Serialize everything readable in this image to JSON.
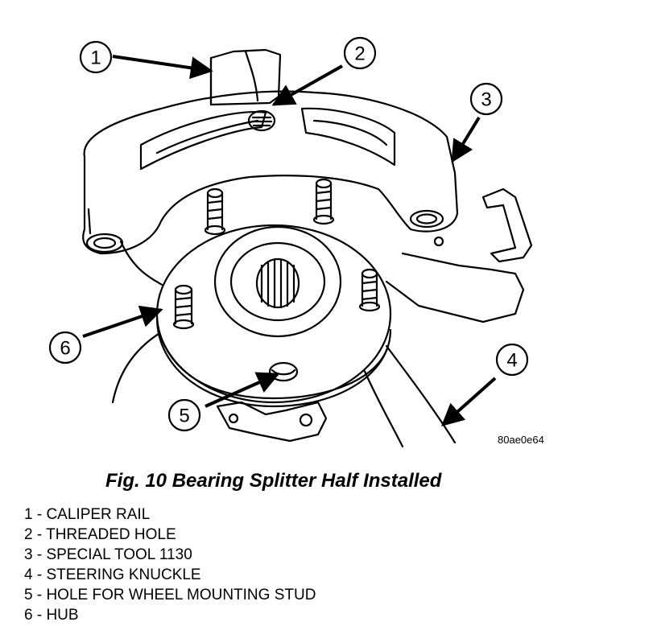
{
  "figure": {
    "drawing_code": "80ae0e64",
    "callouts": [
      "1",
      "2",
      "3",
      "4",
      "5",
      "6"
    ],
    "caption": "Fig. 10 Bearing Splitter Half Installed"
  },
  "legend": [
    "1 - CALIPER RAIL",
    "2 - THREADED HOLE",
    "3 - SPECIAL TOOL 1130",
    "4 - STEERING KNUCKLE",
    "5 - HOLE FOR WHEEL MOUNTING STUD",
    "6 - HUB"
  ]
}
